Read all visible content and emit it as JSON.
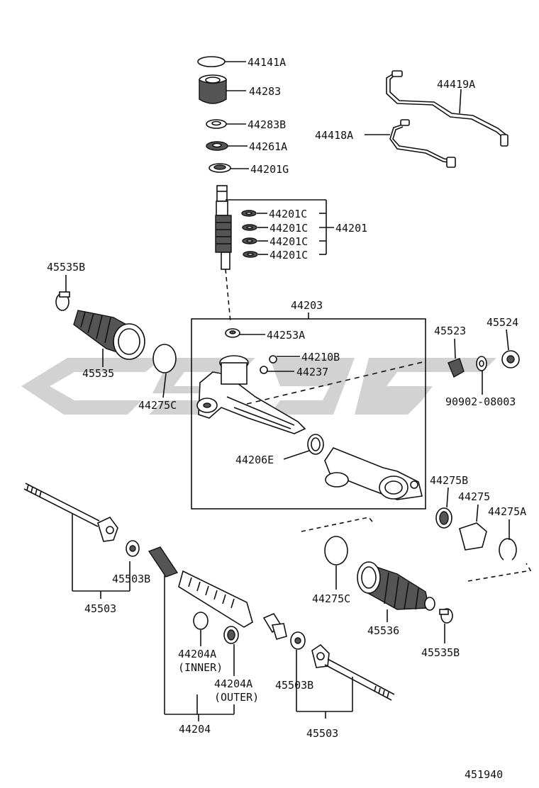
{
  "watermark": "",
  "assembly_box_label": "44203",
  "diagram_code": "451940",
  "group_label": "44201",
  "parts": {
    "p44141A": "44141A",
    "p44283": "44283",
    "p44283B": "44283B",
    "p44261A": "44261A",
    "p44201G": "44201G",
    "p44201C_1": "44201C",
    "p44201C_2": "44201C",
    "p44201C_3": "44201C",
    "p44201C_4": "44201C",
    "p44419A": "44419A",
    "p44418A": "44418A",
    "p45535B_top": "45535B",
    "p45535": "45535",
    "p44275C_left": "44275C",
    "p44253A": "44253A",
    "p44210B": "44210B",
    "p44237": "44237",
    "p44206E": "44206E",
    "p45523": "45523",
    "p45524": "45524",
    "p90902": "90902-08003",
    "p44275B": "44275B",
    "p44275": "44275",
    "p44275A": "44275A",
    "p44275C_right": "44275C",
    "p45536": "45536",
    "p45535B_bottom": "45535B",
    "p45503B_left": "45503B",
    "p45503_left": "45503",
    "p44204A_inner": "44204A",
    "inner_note": "(INNER)",
    "p44204A_outer": "44204A",
    "outer_note": "(OUTER)",
    "p45503B_right": "45503B",
    "p44204": "44204",
    "p45503_right": "45503"
  }
}
